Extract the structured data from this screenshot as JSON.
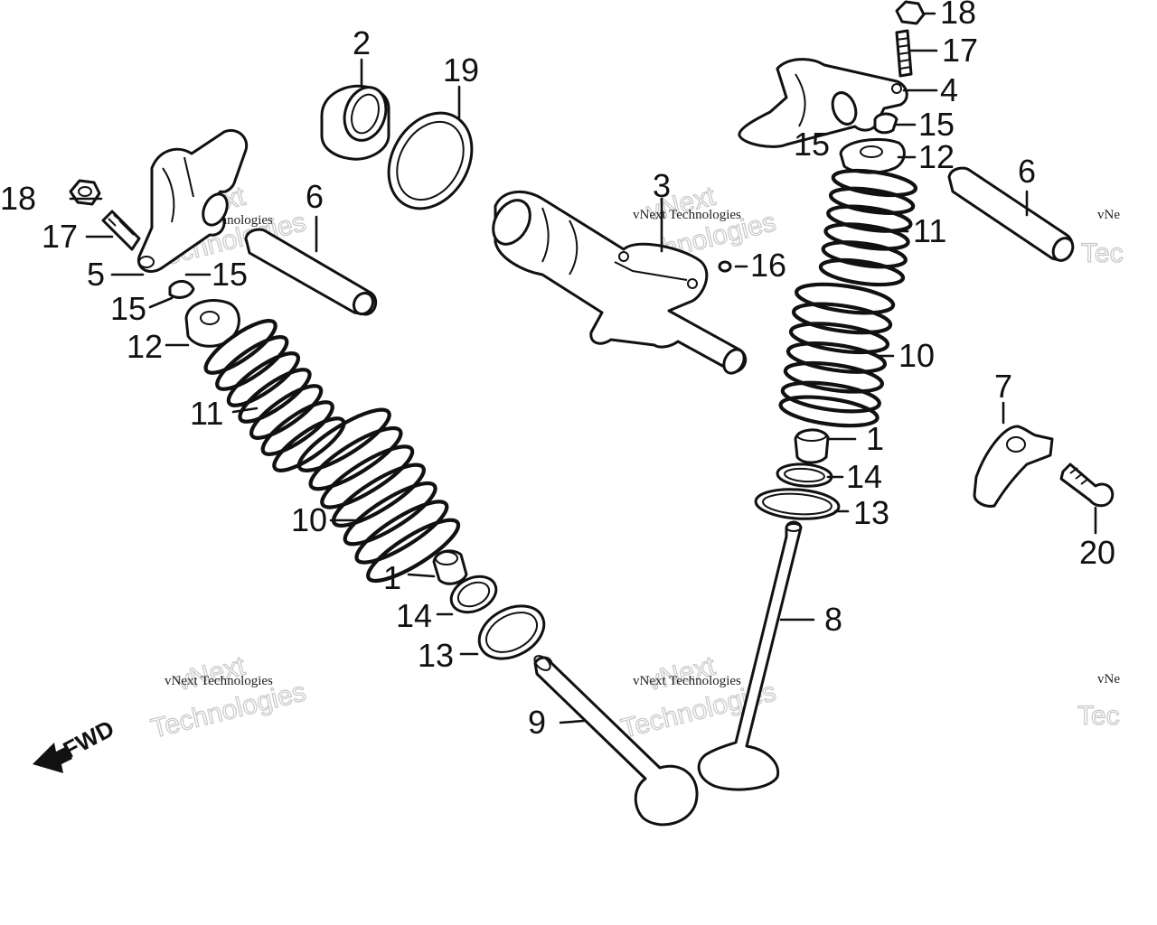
{
  "watermark": {
    "brand_small": "vNext Technologies",
    "brand_big_1": "vNext",
    "brand_big_2": "Technologies",
    "edge_small": "vNe",
    "edge_big": "Tec"
  },
  "direction_label": "FWD",
  "callouts": {
    "c1a": "1",
    "c1b": "1",
    "c2": "2",
    "c3": "3",
    "c4": "4",
    "c5": "5",
    "c6a": "6",
    "c6b": "6",
    "c7": "7",
    "c8": "8",
    "c9": "9",
    "c10a": "10",
    "c10b": "10",
    "c11a": "11",
    "c11b": "11",
    "c12a": "12",
    "c12b": "12",
    "c13a": "13",
    "c13b": "13",
    "c14a": "14",
    "c14b": "14",
    "c15a": "15",
    "c15b": "15",
    "c15c": "15",
    "c15d": "15",
    "c16": "16",
    "c17a": "17",
    "c17b": "17",
    "c18a": "18",
    "c18b": "18",
    "c19": "19",
    "c20": "20"
  },
  "colors": {
    "ink": "#111111",
    "paper": "#ffffff",
    "watermark_outline": "#c8c8c8"
  }
}
